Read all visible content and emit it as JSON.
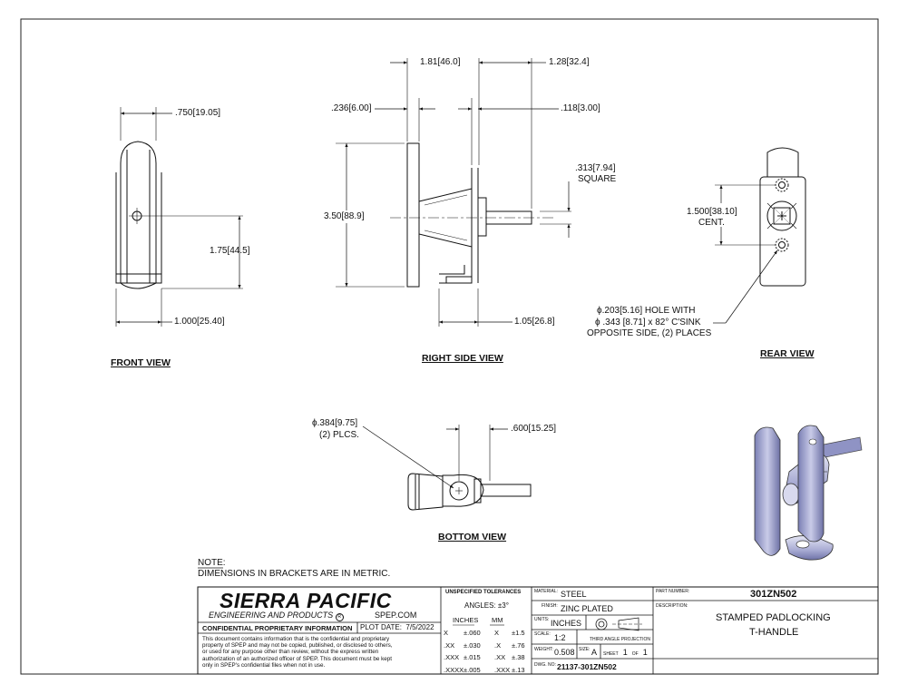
{
  "dimensions": {
    "front_width_top": ".750",
    "front_width_top_mm": "[19.05]",
    "front_center_height": "1.75",
    "front_center_height_mm": "[44.5]",
    "front_width_bottom": "1.000",
    "front_width_bottom_mm": "[25.40]",
    "side_total_depth": "1.81",
    "side_total_depth_mm": "[46.0]",
    "side_shaft_length": "1.28",
    "side_shaft_length_mm": "[32.4]",
    "side_plate_thickness": ".236",
    "side_plate_thickness_mm": "[6.00]",
    "side_flange_thickness": ".118",
    "side_flange_thickness_mm": "[3.00]",
    "side_square": ".313",
    "side_square_mm": "[7.94]",
    "side_square_label": "SQUARE",
    "side_height": "3.50",
    "side_height_mm": "[88.9]",
    "side_bottom_depth": "1.05",
    "side_bottom_depth_mm": "[26.8]",
    "rear_cent": "1.500",
    "rear_cent_mm": "[38.10]",
    "rear_cent_label": "CENT.",
    "hole_line1_a": "ϕ.203",
    "hole_line1_mm": "[5.16]",
    "hole_line1_b": "HOLE WITH",
    "hole_line2_a": "ϕ .343",
    "hole_line2_b": "[8.71] x 82° C'SINK",
    "hole_line3": "OPPOSITE SIDE, (2) PLACES",
    "bottom_dia": "ϕ.384",
    "bottom_dia_mm": "[9.75]",
    "bottom_dia_label": "(2) PLCS.",
    "bottom_len": ".600",
    "bottom_len_mm": "[15.25]"
  },
  "views": {
    "front": "FRONT VIEW",
    "right": "RIGHT SIDE VIEW",
    "rear": "REAR VIEW",
    "bottom": "BOTTOM VIEW"
  },
  "note": {
    "title": "NOTE:",
    "text": "DIMENSIONS IN BRACKETS ARE IN METRIC."
  },
  "title_block": {
    "company": "SIERRA PACIFIC",
    "company_sub": "ENGINEERING AND PRODUCTS",
    "reg_mark": "R",
    "website": "SPEP.COM",
    "confidential_header": "CONFIDENTIAL PROPRIETARY INFORMATION",
    "plot_date_label": "PLOT DATE:",
    "plot_date": "7/5/2022",
    "confidential_text": [
      "This document contains information that is the confidential and proprietary",
      "property of SPEP and may not be copied, published, or disclosed to others,",
      "or used for any purpose  other than review, without the express written",
      "authorization of an authorized officer of SPEP. This document must be kept",
      "only in SPEP's confidential files when not in use."
    ],
    "tolerances_header": "UNSPECIFIED TOLERANCES",
    "angles": "ANGLES: ±3°",
    "inches_label": "INCHES",
    "mm_label": "MM",
    "tolerance_rows": [
      {
        "in_place": "X",
        "in_val": "±.060",
        "mm_place": "X",
        "mm_val": "±1.5"
      },
      {
        "in_place": ".XX",
        "in_val": "±.030",
        "mm_place": ".X",
        "mm_val": "±.76"
      },
      {
        "in_place": ".XXX",
        "in_val": "±.015",
        "mm_place": ".XX",
        "mm_val": "±.38"
      },
      {
        "in_place": ".XXXX",
        "in_val": "±.005",
        "mm_place": ".XXX",
        "mm_val": "±.13"
      }
    ],
    "material_label": "MATERIAL:",
    "material": "STEEL",
    "finish_label": "FINISH:",
    "finish": "ZINC PLATED",
    "units_label": "UNITS:",
    "units": "INCHES",
    "scale_label": "SCALE:",
    "scale": "1:2",
    "projection": "THIRD ANGLE PROJECTION",
    "weight_label": "WEIGHT:",
    "weight": "0.508",
    "size_label": "SIZE:",
    "size": "A",
    "sheet_label": "SHEET",
    "sheet": "1",
    "of_label": "OF",
    "sheet_total": "1",
    "dwg_label": "DWG. NO:",
    "dwg_no": "21137-301ZN502",
    "part_label": "PART NUMBER:",
    "part_no": "301ZN502",
    "desc_label": "DESCRIPTION:",
    "desc_line1": "STAMPED PADLOCKING",
    "desc_line2": "T-HANDLE"
  }
}
